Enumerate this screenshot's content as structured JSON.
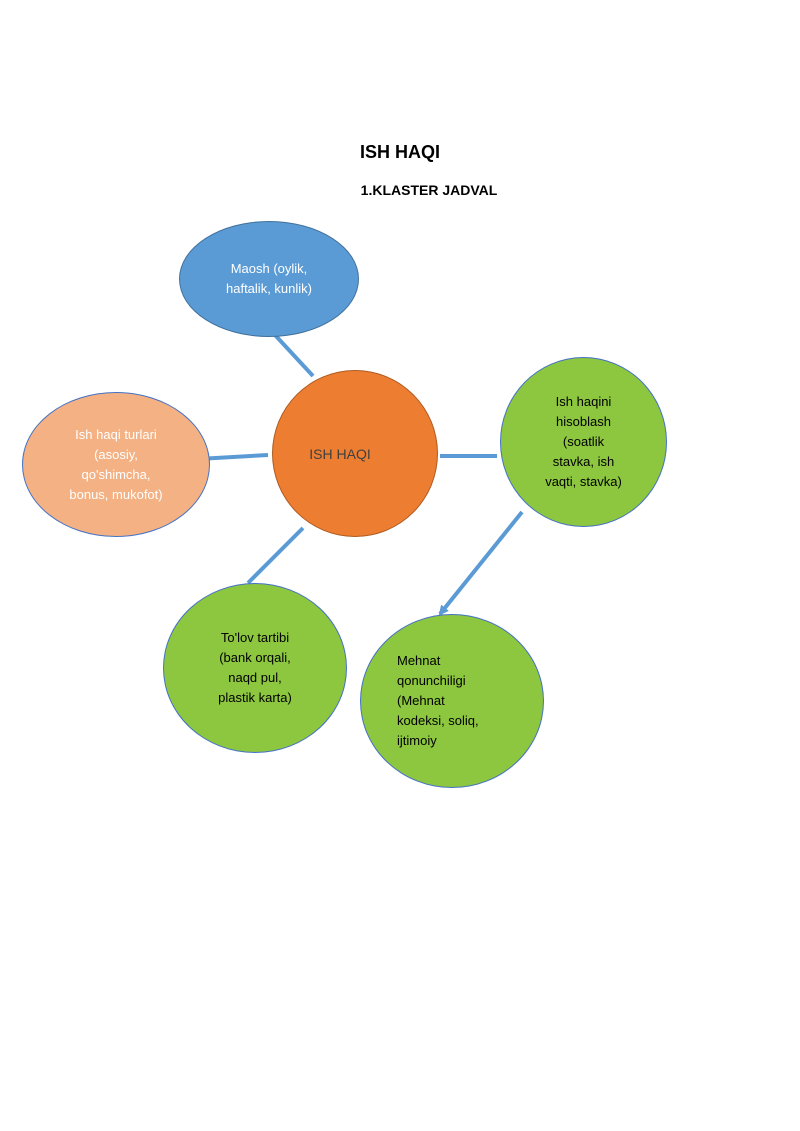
{
  "page": {
    "title": "ISH HAQI",
    "subtitle": "1.KLASTER JADVAL"
  },
  "nodes": {
    "center": {
      "label": "ISH HAQI",
      "color": "#ED7D31"
    },
    "maosh": {
      "label": "Maosh (oylik,\nhaftalik, kunlik)",
      "color": "#5B9BD5"
    },
    "turlari": {
      "label": "Ish haqi turlari\n(asosiy,\nqo'shimcha,\nbonus, mukofot)",
      "color": "#F4B183"
    },
    "hisoblash": {
      "label": "Ish haqini\nhisoblash\n(soatlik\nstavka, ish\nvaqti, stavka)",
      "color": "#8DC63F"
    },
    "tolov": {
      "label": "To'lov tartibi\n(bank orqali,\nnaqd pul,\nplastik karta)",
      "color": "#8DC63F"
    },
    "mehnat": {
      "label": "Mehnat\nqonunchiligi\n(Mehnat\nkodeksi, soliq,\nijtimoiy",
      "color": "#8DC63F"
    }
  },
  "connector_color": "#5B9BD5"
}
